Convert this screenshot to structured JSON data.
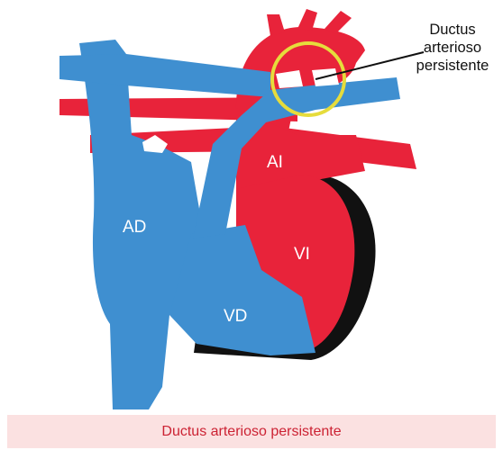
{
  "figure": {
    "labels": {
      "right_atrium": "AD",
      "right_ventricle": "VD",
      "left_atrium": "AI",
      "left_ventricle": "VI"
    },
    "callout": {
      "line1": "Ductus",
      "line2": "arterioso",
      "line3": "persistente"
    },
    "caption": "Ductus arterioso persistente"
  },
  "colors": {
    "oxygenated": "#e8233a",
    "deoxygenated": "#3f8fd0",
    "outline": "#111111",
    "highlight_ring": "#e6dc3c",
    "caption_background": "#fbe1e1",
    "caption_text": "#cc2233"
  }
}
